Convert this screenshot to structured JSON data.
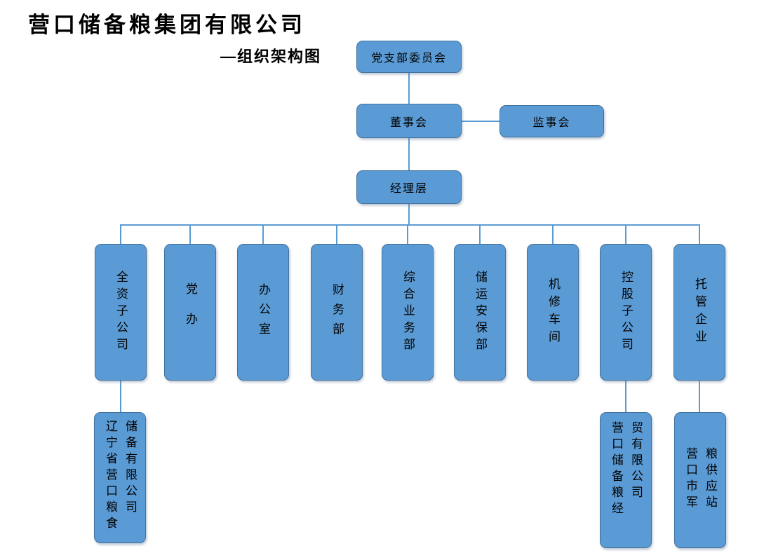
{
  "page": {
    "title": "营口储备粮集团有限公司",
    "subtitle": "—组织架构图"
  },
  "org": {
    "party_committee": "党支部委员会",
    "board": "董事会",
    "supervisory": "监事会",
    "management": "经理层",
    "departments": [
      "全资子公司",
      "党办",
      "办公室",
      "财务部",
      "综合业务部",
      "储运安保部",
      "机修车间",
      "控股子公司",
      "托管企业"
    ],
    "subsidiaries": [
      {
        "parent": "全资子公司",
        "name": "辽宁省营口粮食储备有限公司"
      },
      {
        "parent": "控股子公司",
        "name": "营口储备粮经贸有限公司"
      },
      {
        "parent": "托管企业",
        "name": "营口市军粮供应站"
      }
    ]
  },
  "colors": {
    "box_fill": "#5B9BD5",
    "box_border": "#41719C",
    "connector_line": "#5B9BD5",
    "text": "#000000",
    "background": "#FFFFFF"
  }
}
